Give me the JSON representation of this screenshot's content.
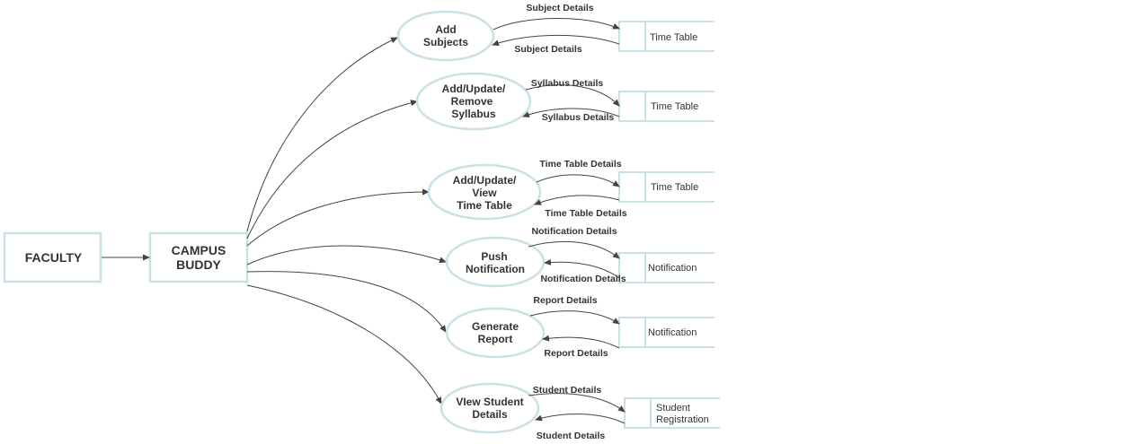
{
  "colors": {
    "shape_stroke": "#c9e1e6",
    "edge": "#444444",
    "text": "#333333"
  },
  "entities": {
    "faculty": "FACULTY",
    "campus_buddy": [
      "CAMPUS",
      "BUDDY"
    ]
  },
  "processes": [
    {
      "label": [
        "Add",
        "Subjects"
      ],
      "store": [
        "Time Table"
      ],
      "out_flow": "Subject Details",
      "in_flow": "Subject Details"
    },
    {
      "label": [
        "Add/Update/",
        "Remove",
        "Syllabus"
      ],
      "store": [
        "Time Table"
      ],
      "out_flow": "Syllabus Details",
      "in_flow": "Syllabus Details"
    },
    {
      "label": [
        "Add/Update/",
        "View",
        "Time Table"
      ],
      "store": [
        "Time Table"
      ],
      "out_flow": "Time Table Details",
      "in_flow": "Time Table Details"
    },
    {
      "label": [
        "Push",
        "Notification"
      ],
      "store": [
        "Notification"
      ],
      "out_flow": "Notification Details",
      "in_flow": "Notification Details"
    },
    {
      "label": [
        "Generate",
        "Report"
      ],
      "store": [
        "Notification"
      ],
      "out_flow": "Report Details",
      "in_flow": "Report Details"
    },
    {
      "label": [
        "VIew Student",
        "Details"
      ],
      "store": [
        "Student",
        "Registration"
      ],
      "out_flow": "Student Details",
      "in_flow": "Student Details"
    }
  ]
}
